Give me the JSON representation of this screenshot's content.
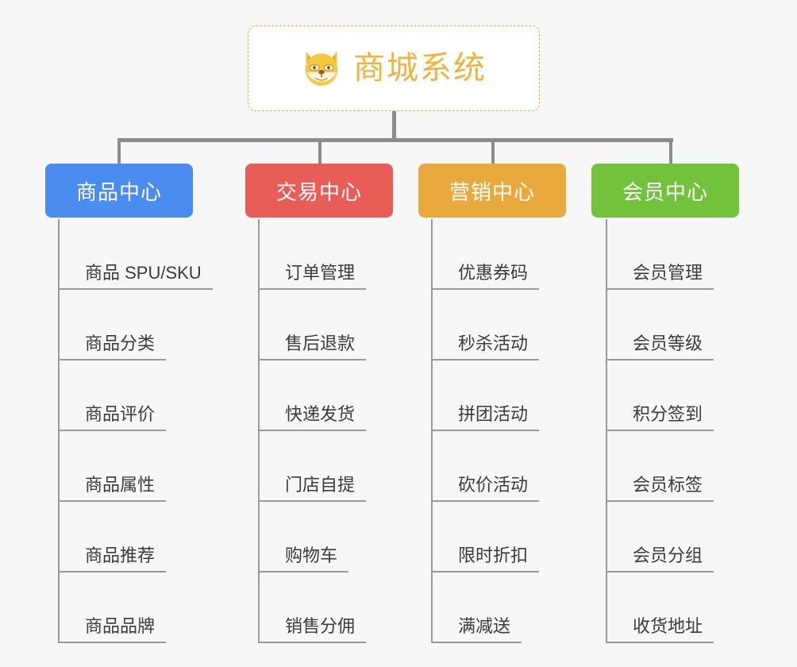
{
  "diagram": {
    "type": "mind-map",
    "background_color": "#f7f7f7",
    "root": {
      "title": "商城系统",
      "icon": "dog-face-icon",
      "border_color": "#eaa93c",
      "text_color": "#f0b43c",
      "background_color": "#ffffff"
    },
    "connector_color": "#8c8c8c",
    "branches": [
      {
        "label": "商品中心",
        "color": "#4a8cf0",
        "items": [
          "商品 SPU/SKU",
          "商品分类",
          "商品评价",
          "商品属性",
          "商品推荐",
          "商品品牌"
        ]
      },
      {
        "label": "交易中心",
        "color": "#e85d58",
        "items": [
          "订单管理",
          "售后退款",
          "快递发货",
          "门店自提",
          "购物车",
          "销售分佣"
        ]
      },
      {
        "label": "营销中心",
        "color": "#eaa93c",
        "items": [
          "优惠券码",
          "秒杀活动",
          "拼团活动",
          "砍价活动",
          "限时折扣",
          "满减送"
        ]
      },
      {
        "label": "会员中心",
        "color": "#73c23c",
        "items": [
          "会员管理",
          "会员等级",
          "积分签到",
          "会员标签",
          "会员分组",
          "收货地址"
        ]
      }
    ]
  }
}
